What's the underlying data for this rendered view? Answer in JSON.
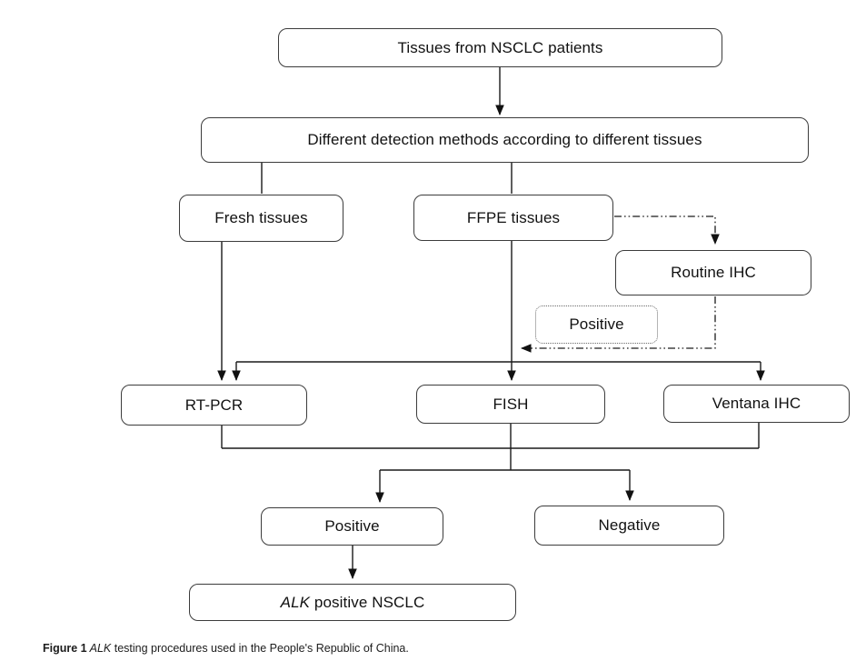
{
  "diagram": {
    "type": "flowchart",
    "colors": {
      "background": "#ffffff",
      "box_border": "#3c3c3c",
      "line": "#111111",
      "text": "#111111"
    },
    "nodes": {
      "tissues": {
        "label": "Tissues from NSCLC patients"
      },
      "methods": {
        "label": "Different detection methods according to different tissues"
      },
      "fresh": {
        "label": "Fresh tissues"
      },
      "ffpe": {
        "label": "FFPE tissues"
      },
      "routine_ihc": {
        "label": "Routine IHC"
      },
      "ihc_positive": {
        "label": "Positive"
      },
      "rtpcr": {
        "label": "RT-PCR"
      },
      "fish": {
        "label": "FISH"
      },
      "ventana_ihc": {
        "label": "Ventana IHC"
      },
      "positive": {
        "label": "Positive"
      },
      "negative": {
        "label": "Negative"
      },
      "alk_positive": {
        "label_italic": "ALK",
        "label_rest": " positive NSCLC"
      }
    },
    "edges": [
      {
        "from": "tissues",
        "to": "methods",
        "style": "solid-arrow"
      },
      {
        "from": "methods",
        "to": "fresh",
        "style": "solid"
      },
      {
        "from": "methods",
        "to": "ffpe",
        "style": "solid"
      },
      {
        "from": "fresh",
        "to": "rtpcr",
        "style": "solid-arrow"
      },
      {
        "from": "ffpe",
        "to": "rtpcr",
        "style": "solid-arrow"
      },
      {
        "from": "ffpe",
        "to": "fish",
        "style": "solid-arrow"
      },
      {
        "from": "ffpe",
        "to": "ventana_ihc",
        "style": "solid-arrow"
      },
      {
        "from": "ffpe",
        "to": "routine_ihc",
        "style": "dash-dot-arrow"
      },
      {
        "from": "routine_ihc",
        "to": "ffpe-fish-line",
        "style": "dash-dot-arrow",
        "via": "ihc_positive"
      },
      {
        "from": "rtpcr",
        "to": "results-split",
        "style": "solid"
      },
      {
        "from": "fish",
        "to": "results-split",
        "style": "solid"
      },
      {
        "from": "ventana_ihc",
        "to": "results-split",
        "style": "solid"
      },
      {
        "from": "results-split",
        "to": "positive",
        "style": "solid-arrow"
      },
      {
        "from": "results-split",
        "to": "negative",
        "style": "solid-arrow"
      },
      {
        "from": "positive",
        "to": "alk_positive",
        "style": "solid-arrow"
      }
    ],
    "caption": {
      "prefix": "Figure 1",
      "italic": " ALK",
      "rest": " testing procedures used in the People's Republic of China."
    }
  }
}
